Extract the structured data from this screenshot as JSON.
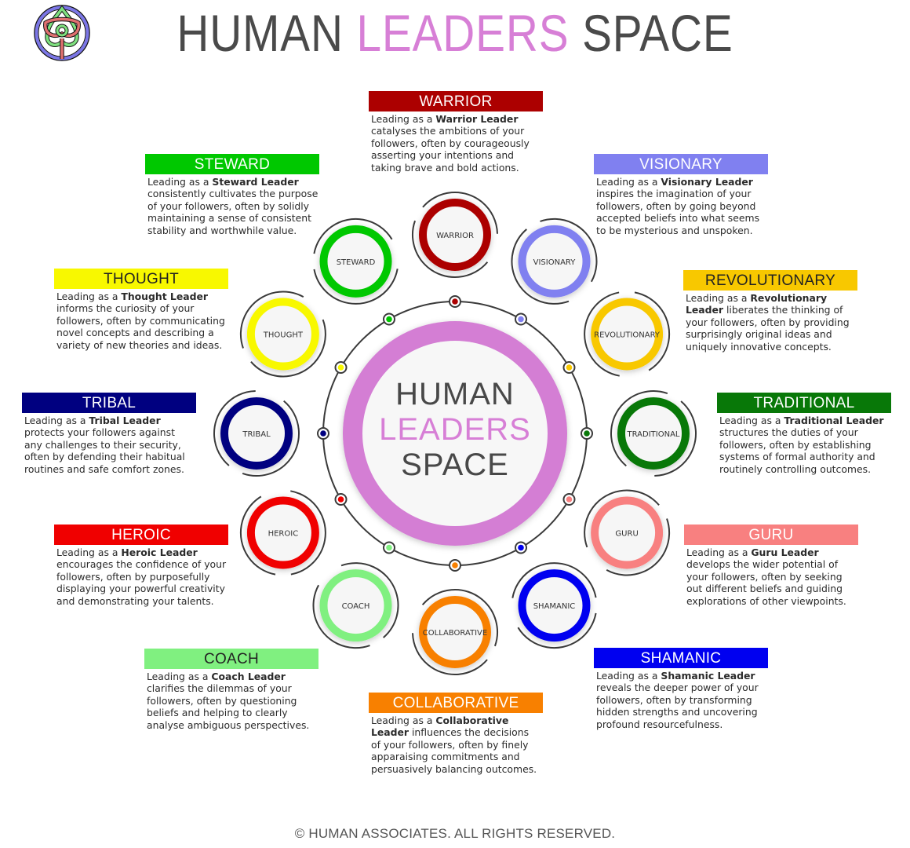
{
  "header": {
    "title_part1": "HUMAN",
    "title_part2": "LEADERS",
    "title_part3": "SPACE",
    "logo": "celtic-knot-logo-icon"
  },
  "center": {
    "line1": "HUMAN",
    "line2": "LEADERS",
    "line3": "SPACE",
    "ring_color": "#d47ed4"
  },
  "leaders": [
    {
      "id": "warrior",
      "node_label": "WARRIOR",
      "title": "WARRIOR",
      "color": "#ac0000",
      "title_color": "#ffffff",
      "lead": "Leading as a ",
      "bold": "Warrior Leader",
      "lines": [
        "catalyses the ambitions of your",
        "followers, often by courageously",
        "asserting your intentions and",
        "taking brave and bold actions."
      ]
    },
    {
      "id": "visionary",
      "node_label": "VISIONARY",
      "title": "VISIONARY",
      "color": "#8080f0",
      "title_color": "#ffffff",
      "lead": "Leading as a ",
      "bold": "Visionary Leader",
      "lines": [
        "inspires the imagination of your",
        "followers, often by going beyond",
        "accepted beliefs into what seems",
        "to be mysterious and unspoken."
      ]
    },
    {
      "id": "revolutionary",
      "node_label": "REVOLUTIONARY",
      "title": "REVOLUTIONARY",
      "color": "#f8c800",
      "title_color": "#222222",
      "lead": "Leading as a ",
      "bold": "Revolutionary",
      "bold2": "Leader",
      "lines": [
        "liberates the thinking of",
        "your followers, often by providing",
        "surprisingly original ideas and",
        "uniquely innovative concepts."
      ]
    },
    {
      "id": "traditional",
      "node_label": "TRADITIONAL",
      "title": "TRADITIONAL",
      "color": "#087808",
      "title_color": "#ffffff",
      "lead": "Leading as a ",
      "bold": "Traditional Leader",
      "lines": [
        "structures the duties of your",
        "followers, often by establishing",
        "systems of formal authority and",
        "routinely controlling outcomes."
      ]
    },
    {
      "id": "guru",
      "node_label": "GURU",
      "title": "GURU",
      "color": "#f88080",
      "title_color": "#ffffff",
      "lead": "Leading as a ",
      "bold": "Guru Leader",
      "lines": [
        "develops the wider potential of",
        "your followers, often by seeking",
        "out different beliefs and guiding",
        "explorations of other viewpoints."
      ]
    },
    {
      "id": "shamanic",
      "node_label": "SHAMANIC",
      "title": "SHAMANIC",
      "color": "#0000f0",
      "title_color": "#ffffff",
      "lead": "Leading as a ",
      "bold": "Shamanic Leader",
      "lines": [
        "reveals the deeper power of your",
        "followers, often by transforming",
        "hidden strengths and uncovering",
        "profound resourcefulness."
      ]
    },
    {
      "id": "collaborative",
      "node_label": "COLLABORATIVE",
      "title": "COLLABORATIVE",
      "color": "#f88000",
      "title_color": "#ffffff",
      "lead": "Leading as a ",
      "bold": "Collaborative",
      "bold2": "Leader",
      "lines": [
        "influences the decisions",
        "of your followers, often by finely",
        "apparaising commitments and",
        "persuasively balancing outcomes."
      ]
    },
    {
      "id": "coach",
      "node_label": "COACH",
      "title": "COACH",
      "color": "#80f080",
      "title_color": "#222222",
      "lead": "Leading as a ",
      "bold": "Coach Leader",
      "lines": [
        "clarifies the dilemmas of your",
        "followers, often by questioning",
        "beliefs and helping to clearly",
        "analyse ambiguous perspectives."
      ]
    },
    {
      "id": "heroic",
      "node_label": "HEROIC",
      "title": "HEROIC",
      "color": "#f00000",
      "title_color": "#ffffff",
      "lead": "Leading as a ",
      "bold": "Heroic Leader",
      "lines": [
        "encourages the confidence of your",
        "followers, often by purposefully",
        "displaying your powerful creativity",
        "and demonstrating your talents."
      ]
    },
    {
      "id": "tribal",
      "node_label": "TRIBAL",
      "title": "TRIBAL",
      "color": "#000080",
      "title_color": "#ffffff",
      "lead": "Leading as a ",
      "bold": "Tribal Leader",
      "lines": [
        "protects your followers against",
        "any challenges to their security,",
        "often by defending their habitual",
        "routines and safe comfort zones."
      ]
    },
    {
      "id": "thought",
      "node_label": "THOUGHT",
      "title": "THOUGHT",
      "color": "#f8f800",
      "title_color": "#222222",
      "lead": "Leading as a ",
      "bold": "Thought Leader",
      "lines": [
        "informs the curiosity of your",
        "followers, often by communicating",
        "novel concepts and describing a",
        "variety of new theories and ideas."
      ]
    },
    {
      "id": "steward",
      "node_label": "STEWARD",
      "title": "STEWARD",
      "color": "#00c800",
      "title_color": "#ffffff",
      "lead": "Leading as a ",
      "bold": "Steward Leader",
      "lines": [
        "consistently cultivates the purpose",
        "of your followers, often by solidly",
        "maintaining a sense of consistent",
        "stability and worthwhile value."
      ]
    }
  ],
  "footer": {
    "copyright": "© HUMAN ASSOCIATES. ALL RIGHTS RESERVED."
  }
}
